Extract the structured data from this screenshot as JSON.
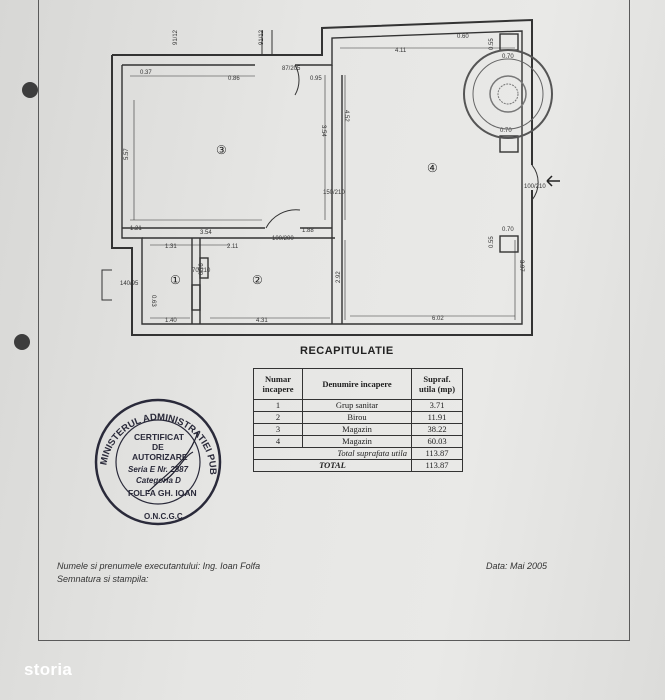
{
  "plan": {
    "dims": [
      "0.37",
      "0.86",
      "0.95",
      "4.11",
      "0.60",
      "0.70",
      "0.70",
      "5.57",
      "3.54",
      "4.52",
      "1.21",
      "3.54",
      "1.88",
      "1.31",
      "2.11",
      "0.63",
      "1.40",
      "4.31",
      "2.92",
      "3.97",
      "6.02",
      "0.55",
      "0.55",
      "0.70",
      "0.76"
    ],
    "doors": [
      "150/210",
      "100/200",
      "70/210",
      "87/205",
      "100/210",
      "140/95"
    ],
    "rooms": [
      "③",
      "④",
      "①",
      "②"
    ]
  },
  "recap": {
    "title": "RECAPITULATIE",
    "headers": [
      "Numar incapere",
      "Denumire incapere",
      "Supraf. utila (mp)"
    ],
    "rows": [
      {
        "num": "1",
        "name": "Grup sanitar",
        "area": "3.71"
      },
      {
        "num": "2",
        "name": "Birou",
        "area": "11.91"
      },
      {
        "num": "3",
        "name": "Magazin",
        "area": "38.22"
      },
      {
        "num": "4",
        "name": "Magazin",
        "area": "60.03"
      }
    ],
    "total_useful_label": "Total suprafata utila",
    "total_useful_value": "113.87",
    "total_label": "TOTAL",
    "total_value": "113.87"
  },
  "stamp": {
    "ring_text": "MINISTERUL ADMINISTRATIEI PUBLICE",
    "bottom_text": "O.N.C.G.C.",
    "lines": [
      "CERTIFICAT",
      "DE",
      "AUTORIZARE",
      "Seria E Nr. 2887",
      "Categoria D",
      "FOLFA GH. IOAN"
    ]
  },
  "footer": {
    "executant": "Numele si prenumele executantului: Ing. Ioan Folfa",
    "signature": "Semnatura si stampila:",
    "date": "Data: Mai 2005"
  },
  "brand": "storia"
}
